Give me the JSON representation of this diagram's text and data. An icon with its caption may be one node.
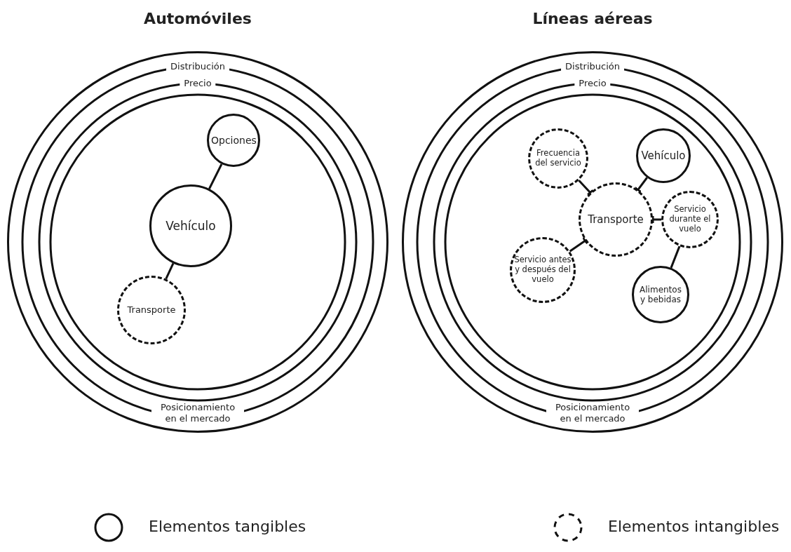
{
  "diagram": {
    "nodes": [
      {
        "text": [
          "Distribución",
          "Posicionamiento en el mercado"
        ]
      },
      {
        "text": [
          "Precio"
        ],
        "in": 0
      },
      {
        "text": [
          "Opciones"
        ],
        "in": 1
      },
      {
        "text": [
          "Vehículo"
        ],
        "in": 1
      },
      {
        "text": [
          "Transporte"
        ],
        "in": 1
      },
      {
        "text": [
          "Distribución",
          "Posicionamiento en el mercado"
        ]
      },
      {
        "text": [
          "Precio"
        ],
        "in": 5
      },
      {
        "text": [
          "Frecuencia del servicio"
        ],
        "in": 6
      },
      {
        "text": [
          "Vehículo"
        ],
        "in": 6
      },
      {
        "text": [
          "Transporte"
        ],
        "in": 6
      },
      {
        "text": [
          "Servicio durante el vuelo"
        ],
        "in": 6
      },
      {
        "text": [
          "Servicio antes y después del vuelo"
        ],
        "in": 6
      },
      {
        "text": [
          "Alimentos y bebidas"
        ],
        "in": 6
      }
    ],
    "edges": [
      {
        "from": 2,
        "to": 3,
        "arrow": "none"
      },
      {
        "from": 3,
        "to": 4,
        "arrow": "none"
      },
      {
        "from": 7,
        "to": 9,
        "arrow": "other"
      },
      {
        "from": 8,
        "to": 9,
        "arrow": "other"
      },
      {
        "from": 10,
        "to": 9,
        "arrow": "other"
      },
      {
        "from": 11,
        "to": 9,
        "arrow": "other"
      },
      {
        "from": 12,
        "to": 10,
        "arrow": "none"
      }
    ],
    "labels": [
      "Automóviles",
      "Líneas aéreas"
    ],
    "legend": [
      {
        "text": "Elementos tangibles"
      },
      {
        "text": "Elementos intangibles"
      }
    ]
  }
}
